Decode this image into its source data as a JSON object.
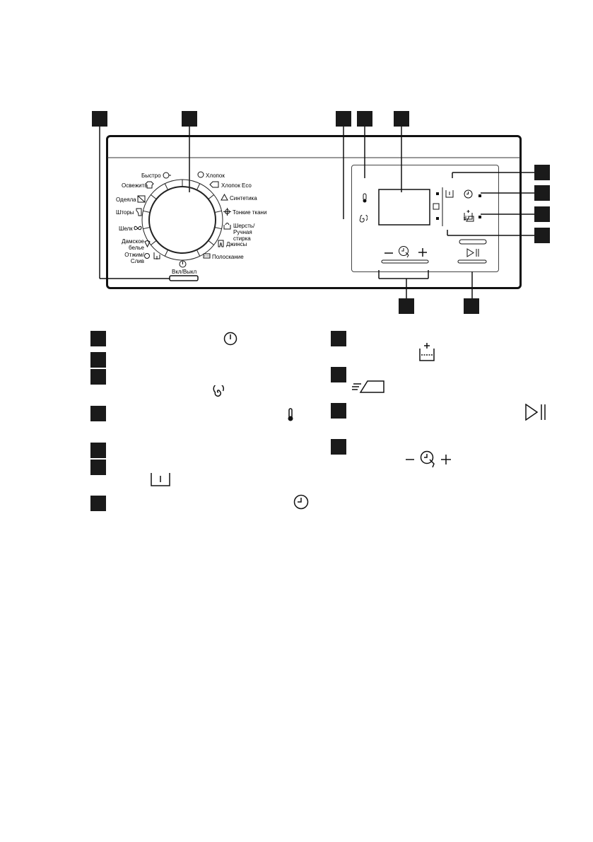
{
  "dial": {
    "power_label": "Вкл/Выкл",
    "programs_left": [
      {
        "label": "Быстро"
      },
      {
        "label": "Освежить"
      },
      {
        "label": "Одеяла"
      },
      {
        "label": "Шторы"
      },
      {
        "label": "Шелк"
      },
      {
        "label": "Дамское белье"
      },
      {
        "label": "Отжим/ Слив"
      }
    ],
    "programs_right": [
      {
        "label": "Хлопок"
      },
      {
        "label": "Хлопок Eco"
      },
      {
        "label": "Синтетика"
      },
      {
        "label": "Тонкие ткани"
      },
      {
        "label": "Шерсть/ Ручная стирка"
      },
      {
        "label": "Джинсы"
      },
      {
        "label": "Полоскание"
      }
    ]
  },
  "controls": {
    "minus_sign": "—",
    "plus_sign": "+"
  },
  "icons": [
    "power-icon",
    "spin-icon",
    "temperature-icon",
    "prewash-icon",
    "delay-start-icon",
    "extra-rinse-icon",
    "easy-iron-icon",
    "start-pause-icon",
    "time-manager-icon"
  ],
  "colors": {
    "badge": "#1a1a1a",
    "line": "#111111"
  }
}
